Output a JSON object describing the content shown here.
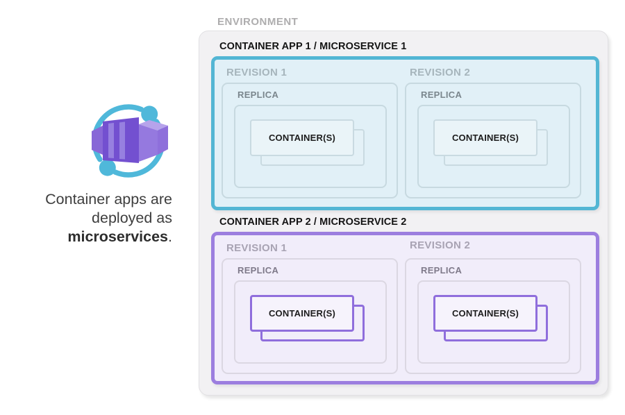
{
  "aside": {
    "icon": "azure-container-apps-icon",
    "caption_line1": "Container apps are",
    "caption_line2": "deployed as",
    "caption_emphasis": "microservices",
    "caption_suffix": ".",
    "icon_colors": {
      "orbit": "#4fb8da",
      "cube_dark": "#7350d0",
      "cube_light": "#9579df"
    }
  },
  "environment": {
    "label": "ENVIRONMENT",
    "fill_color": "#f2f1f3",
    "apps": [
      {
        "title": "CONTAINER APP 1 / MICROSERVICE 1",
        "accent_color": "#53b6d4",
        "fill_color": "#e1f0f7",
        "revisions": [
          {
            "label": "REVISION 1",
            "replica": {
              "label": "REPLICA",
              "containers_label": "CONTAINER(S)"
            }
          },
          {
            "label": "REVISION 2",
            "replica": {
              "label": "REPLICA",
              "containers_label": "CONTAINER(S)"
            }
          }
        ]
      },
      {
        "title": "CONTAINER APP 2 / MICROSERVICE 2",
        "accent_color": "#9c7edf",
        "fill_color": "#f1edfa",
        "revisions": [
          {
            "label": "REVISION 1",
            "replica": {
              "label": "REPLICA",
              "containers_label": "CONTAINER(S)"
            }
          },
          {
            "label": "REVISION 2",
            "replica": {
              "label": "REPLICA",
              "containers_label": "CONTAINER(S)"
            }
          }
        ]
      }
    ]
  }
}
